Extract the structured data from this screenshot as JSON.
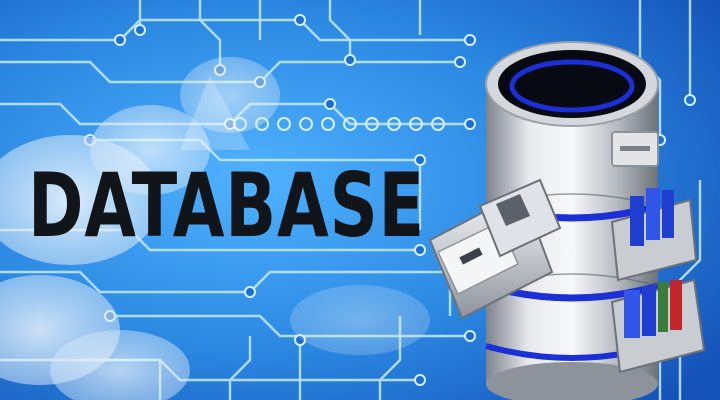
{
  "headline": "DATABASE",
  "colors": {
    "background_blue": "#2a86e0",
    "circuit_trace": "#bfe6ff",
    "text": "#111418",
    "cylinder_silver": "#c9ccd1",
    "accent_ring": "#1a2fd6"
  },
  "icons": [
    "circuit-board",
    "cloud",
    "database-cylinder",
    "usb-plug",
    "file-drawer",
    "folders"
  ]
}
